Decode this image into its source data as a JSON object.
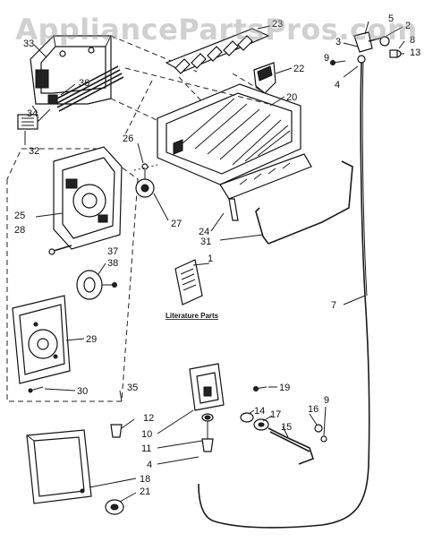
{
  "watermark": "AppliancePartsPros.com",
  "literature_label": "Literature Parts",
  "callouts": {
    "c1": "1",
    "c2": "2",
    "c3": "3",
    "c4a": "4",
    "c4b": "4",
    "c5": "5",
    "c7": "7",
    "c8": "8",
    "c9a": "9",
    "c9b": "9",
    "c10": "10",
    "c11": "11",
    "c12": "12",
    "c13": "13",
    "c14": "14",
    "c15": "15",
    "c16": "16",
    "c17": "17",
    "c18": "18",
    "c19": "19",
    "c20": "20",
    "c21": "21",
    "c22": "22",
    "c23": "23",
    "c24": "24",
    "c25": "25",
    "c26": "26",
    "c27": "27",
    "c28": "28",
    "c29": "29",
    "c30": "30",
    "c31": "31",
    "c32": "32",
    "c33": "33",
    "c34": "34",
    "c35": "35",
    "c36": "36",
    "c37": "37",
    "c38": "38"
  },
  "colors": {
    "line": "#1a1a1a",
    "watermark": "#969696",
    "background": "#ffffff"
  }
}
